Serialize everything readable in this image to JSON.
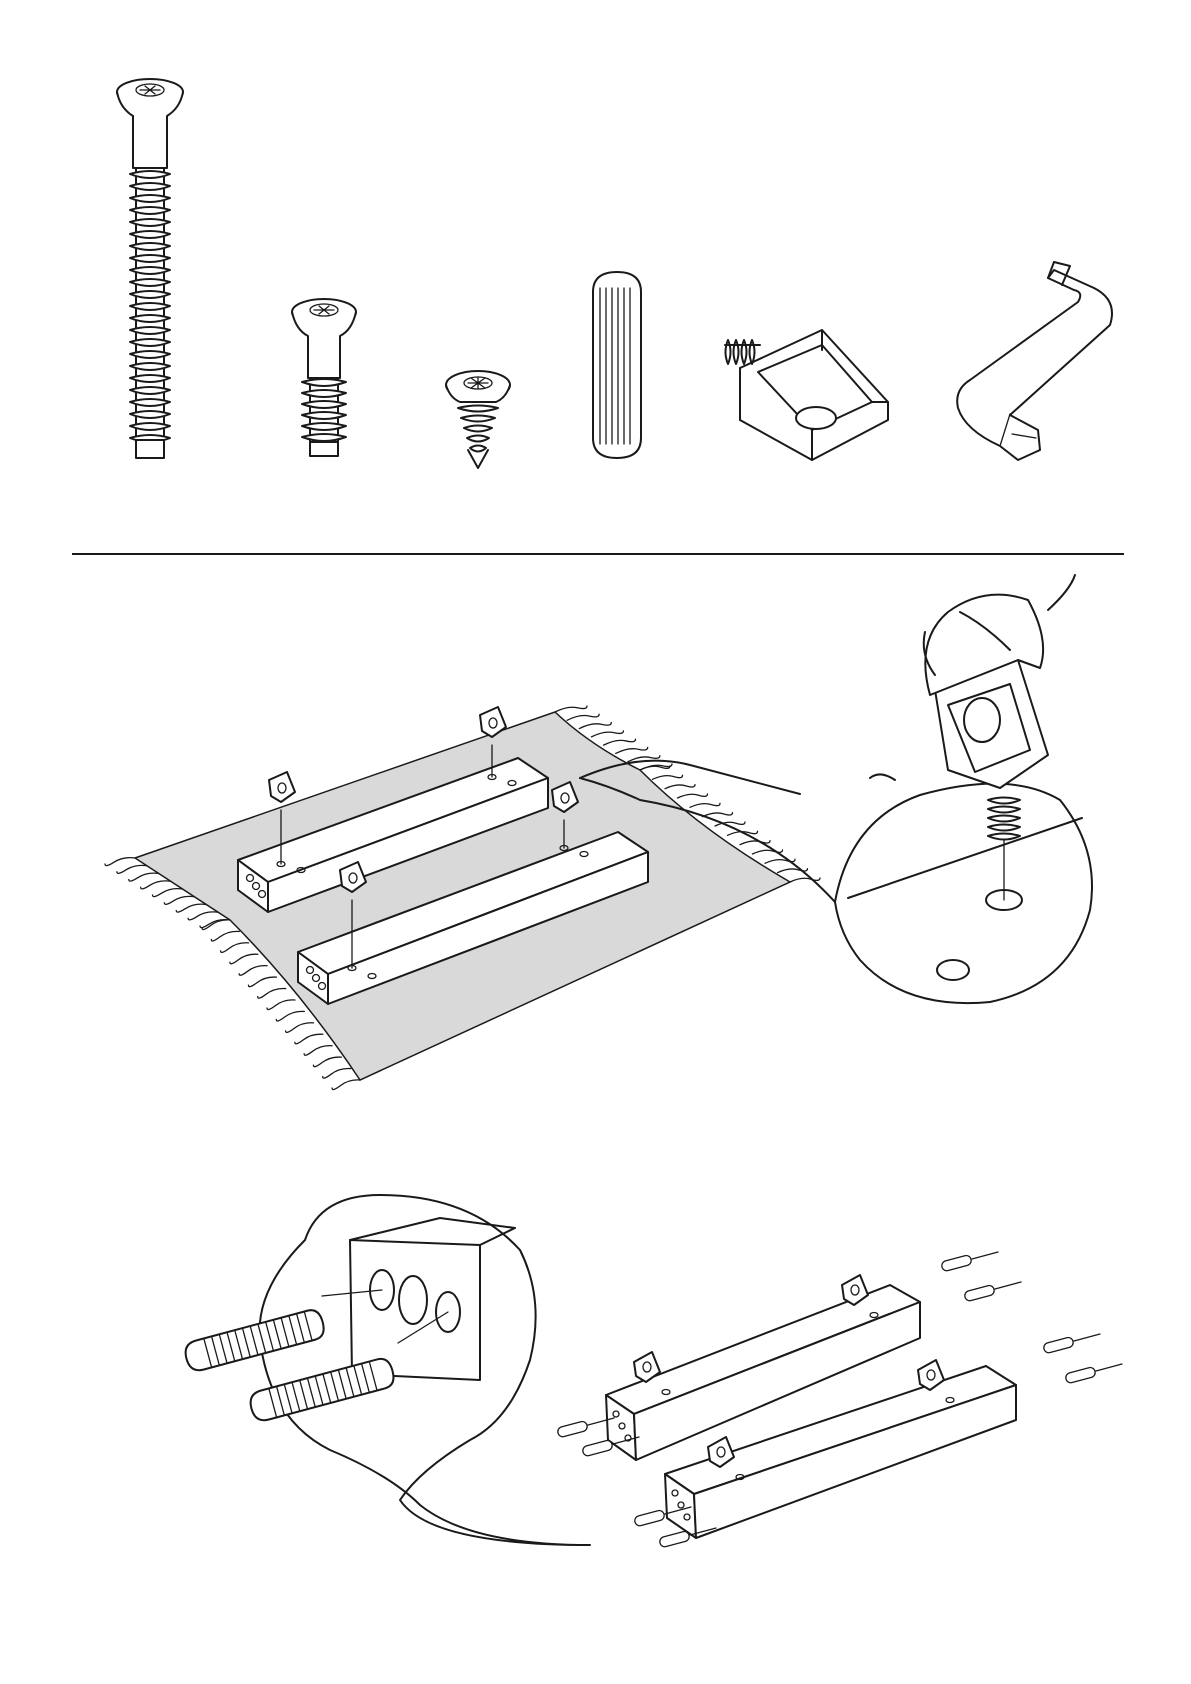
{
  "colors": {
    "ink": "#1a1a1a",
    "paper": "#ffffff",
    "mat": "#d9d9d9"
  },
  "hardware": [
    {
      "name": "long-screw-icon"
    },
    {
      "name": "short-screw-icon"
    },
    {
      "name": "small-wood-screw-icon"
    },
    {
      "name": "wooden-dowel-icon"
    },
    {
      "name": "corner-bracket-icon"
    },
    {
      "name": "allen-key-icon"
    }
  ],
  "steps": [
    {
      "name": "step-insert-brackets",
      "boards": 2,
      "brackets_per_board": 2
    },
    {
      "name": "step-insert-dowels",
      "boards": 2,
      "dowels_per_board": 4
    }
  ]
}
